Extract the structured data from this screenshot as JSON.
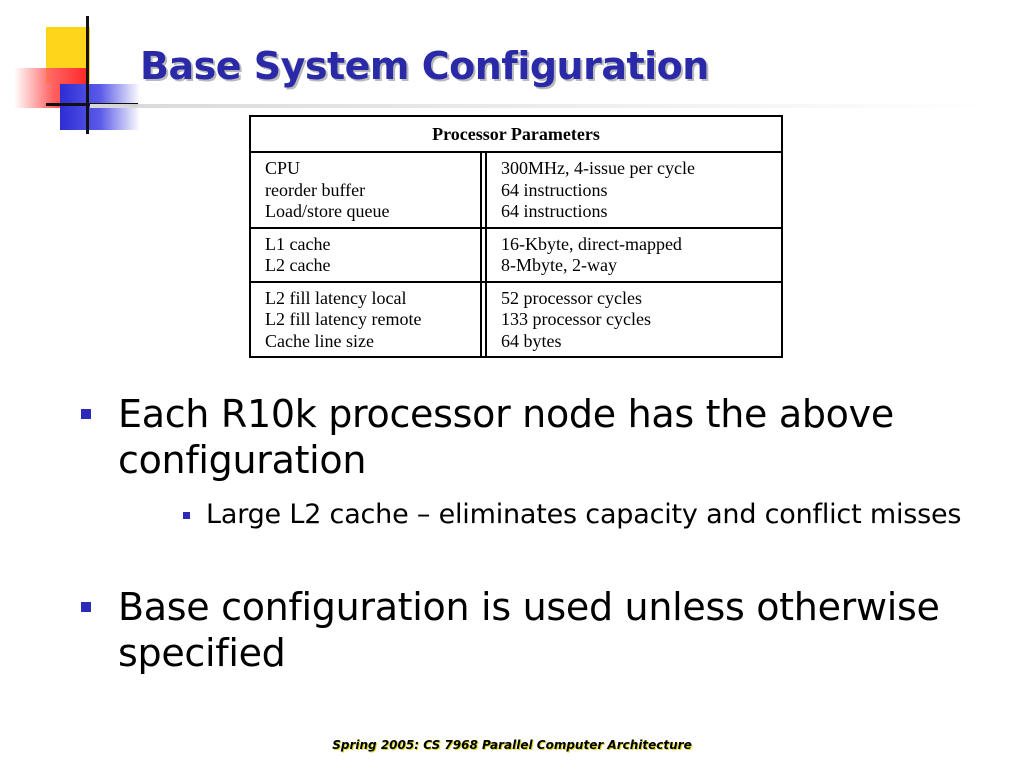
{
  "slide": {
    "title": "Base System Configuration",
    "footer": "Spring 2005: CS 7968 Parallel Computer Architecture"
  },
  "table": {
    "header": "Processor Parameters",
    "rows": [
      {
        "left": [
          "CPU",
          "reorder buffer",
          "Load/store queue"
        ],
        "right": [
          "300MHz, 4-issue per cycle",
          "64 instructions",
          "64 instructions"
        ]
      },
      {
        "left": [
          "L1 cache",
          "L2 cache"
        ],
        "right": [
          "16-Kbyte, direct-mapped",
          "8-Mbyte, 2-way"
        ]
      },
      {
        "left": [
          "L2 fill latency local",
          "L2 fill latency remote",
          "Cache line size"
        ],
        "right": [
          "52 processor cycles",
          "133 processor cycles",
          "64 bytes"
        ]
      }
    ]
  },
  "bullets": [
    {
      "level": 1,
      "text": "Each R10k processor node has the above configuration"
    },
    {
      "level": 2,
      "text": "Large L2 cache – eliminates capacity and conflict misses"
    },
    {
      "level": 1,
      "text": "Base configuration is used unless otherwise specified"
    }
  ],
  "colors": {
    "title": "#2a2aa8",
    "bullet_marker": "#2b2bb8",
    "logo_yellow": "#ffd51c",
    "logo_red": "#ff2a2a",
    "logo_blue": "#2d2dd4"
  }
}
